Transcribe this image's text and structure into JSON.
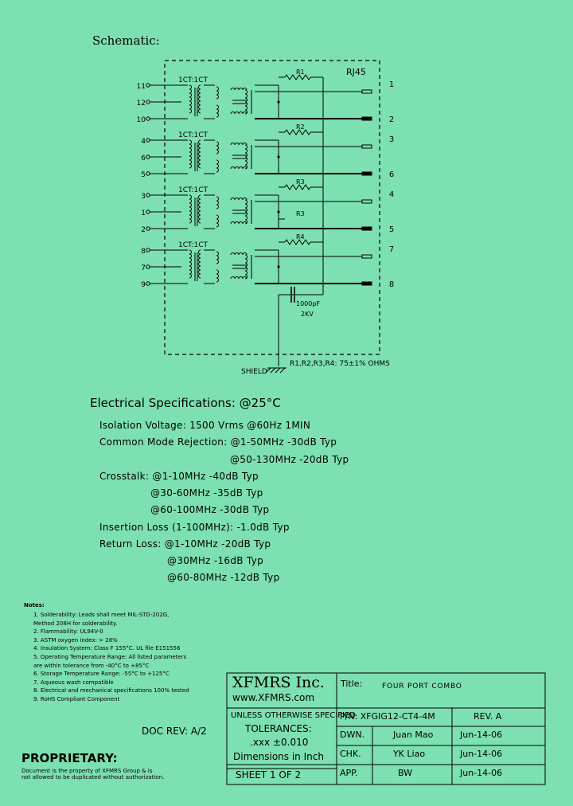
{
  "schematic": {
    "title": "Schematic:",
    "connector_label": "RJ45",
    "ratio_label": "1CT:1CT",
    "channels": [
      {
        "in_pins": [
          "11",
          "12",
          "10"
        ],
        "out_pins": [
          "1",
          "2"
        ],
        "resistor": "R1"
      },
      {
        "in_pins": [
          "4",
          "6",
          "5"
        ],
        "out_pins": [
          "3",
          "6"
        ],
        "resistor": "R2"
      },
      {
        "in_pins": [
          "3",
          "1",
          "2"
        ],
        "out_pins": [
          "4",
          "5"
        ],
        "resistor": "R3",
        "resistor2": "R3"
      },
      {
        "in_pins": [
          "8",
          "7",
          "9"
        ],
        "out_pins": [
          "7",
          "8"
        ],
        "resistor": "R4"
      }
    ],
    "cap_value": "1000pF",
    "cap_voltage": "2KV",
    "shield_label": "SHIELD",
    "resistor_note": "R1,R2,R3,R4: 75±1% OHMS"
  },
  "specs": {
    "title": "Electrical Specifications: @25°C",
    "lines": [
      "Isolation Voltage:  1500 Vrms @60Hz 1MIN",
      "Common Mode Rejection: @1-50MHz -30dB Typ",
      "@50-130MHz  -20dB Typ",
      "Crosstalk: @1-10MHz  -40dB Typ",
      "@30-60MHz  -35dB Typ",
      "@60-100MHz  -30dB Typ",
      "Insertion Loss (1-100MHz): -1.0dB Typ",
      "Return Loss: @1-10MHz   -20dB Typ",
      "@30MHz   -16dB Typ",
      "@60-80MHz   -12dB Typ"
    ]
  },
  "notes": {
    "heading": "Notes:",
    "items": [
      "1. Solderability: Leads shall meet MIL-STD-202G,",
      "    Method 208H for solderability.",
      "2. Flammability: UL94V-0",
      "3. ASTM oxygen index: > 28%",
      "4. Insulation System: Class F 155°C. UL file E151556",
      "5. Operating Temperature Range: All listed parameters",
      "    are within tolerance from -40°C to +85°C",
      "6. Storage Temperature Range: -55°C to +125°C",
      "7. Aqueous wash compatible",
      "8. Electrical and mechanical specifications 100% tested",
      "9. RoHS Compliant Component"
    ]
  },
  "doc_rev": "DOC REV: A/2",
  "proprietary": {
    "title": "PROPRIETARY:",
    "line1": "Document is the property of XFMRS Group & is",
    "line2": "not allowed to be duplicated without authorization."
  },
  "title_block": {
    "company": "XFMRS Inc.",
    "website": "www.XFMRS.com",
    "title_label": "Title:",
    "title_value": "FOUR PORT COMBO",
    "tolerance_line1": "UNLESS OTHERWISE SPECIFIED",
    "tolerance_line2": "TOLERANCES:",
    "tolerance_line3": ".xxx ±0.010",
    "tolerance_line4": "Dimensions in Inch",
    "pn": "P/N: XFGIG12-CT4-4M",
    "rev": "REV. A",
    "dwn_label": "DWN.",
    "dwn_name": "Juan Mao",
    "dwn_date": "Jun-14-06",
    "chk_label": "CHK.",
    "chk_name": "YK Liao",
    "chk_date": "Jun-14-06",
    "app_label": "APP.",
    "app_name": "BW",
    "app_date": "Jun-14-06",
    "sheet": "SHEET  1  OF  2"
  },
  "colors": {
    "background": "#7de0b0",
    "ink": "#000000"
  }
}
